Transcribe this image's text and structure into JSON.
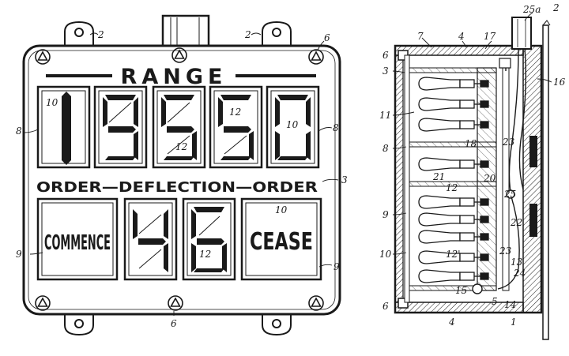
{
  "front_panel": {
    "title": "RANGE",
    "range_digits": [
      "1",
      "9",
      "5",
      "0"
    ],
    "middle_caption": "ORDER—DEFLECTION—ORDER",
    "commence_label": "COMMENCE",
    "deflection_digits": [
      "4",
      "6"
    ],
    "cease_label": "CEASE"
  },
  "reference_numerals": {
    "front": [
      "2",
      "2",
      "6",
      "8",
      "8",
      "10",
      "12",
      "12",
      "10",
      "3",
      "9",
      "12",
      "10",
      "9",
      "6"
    ],
    "side": [
      "25a",
      "2",
      "7",
      "4",
      "17",
      "6",
      "3",
      "16",
      "11",
      "8",
      "18",
      "23",
      "21",
      "20",
      "12",
      "9",
      "25",
      "22",
      "10",
      "12'",
      "23",
      "13",
      "24",
      "15",
      "5",
      "14",
      "6",
      "4",
      "1"
    ]
  },
  "colors": {
    "ink": "#1a1a1a",
    "paper": "#ffffff"
  }
}
